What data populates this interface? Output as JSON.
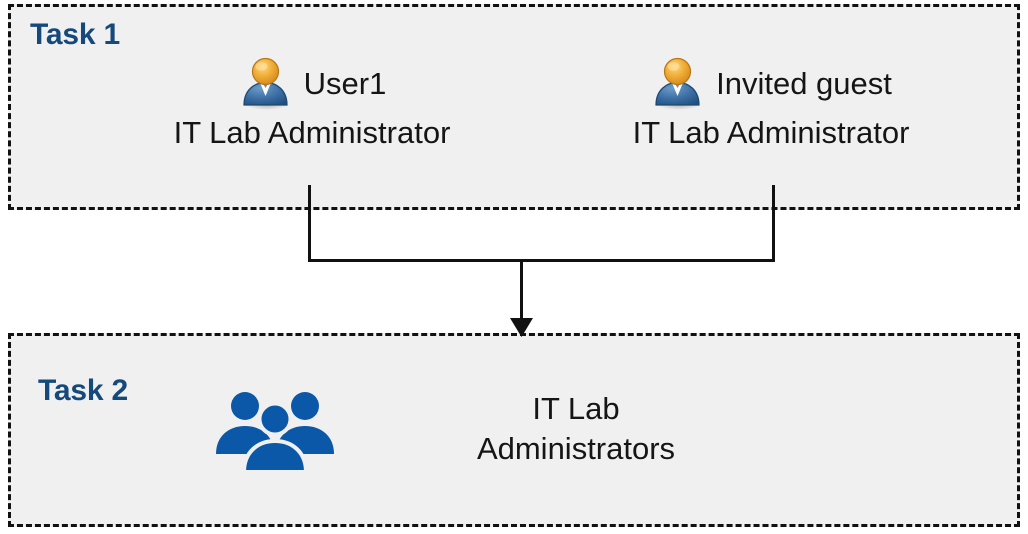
{
  "diagram": {
    "title": "Task 1 / Task 2 group assignment diagram",
    "background_color": "#FFFFFF",
    "box_fill_color": "#F0F0F0",
    "box_border_color": "#111111",
    "title_color": "#15497B",
    "text_color": "#151515",
    "group_icon_color": "#0B58A8",
    "connector_color": "#111111"
  },
  "task1": {
    "label": "Task 1",
    "people": [
      {
        "icon": "user-person-icon",
        "name": "User1",
        "role": "IT Lab Administrator"
      },
      {
        "icon": "user-person-icon",
        "name": "Invited guest",
        "role": "IT Lab Administrator"
      }
    ]
  },
  "task2": {
    "label": "Task 2",
    "group": {
      "icon": "people-group-icon",
      "label_line1": "IT Lab",
      "label_line2": "Administrators"
    }
  },
  "connector": {
    "type": "merge-arrow",
    "from": [
      "User1",
      "Invited guest"
    ],
    "to": "IT Lab Administrators"
  }
}
